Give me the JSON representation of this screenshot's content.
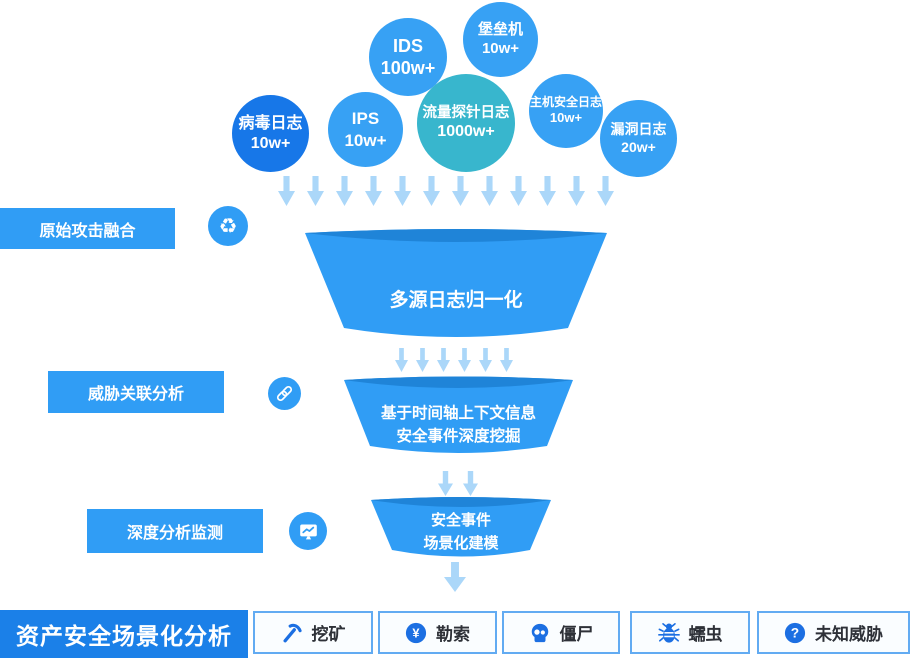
{
  "colors": {
    "primary_blue": "#309df5",
    "funnel_dark_band": "#1f84d8",
    "circle_dark_blue": "#1777e8",
    "circle_light_blue": "#37a1f4",
    "circle_teal": "#38b6cd",
    "arrow_light_blue": "#abd7f9",
    "bottom_accent": "#1b80e8",
    "item_icon_blue": "#1c6fe2",
    "item_border": "#62abf2"
  },
  "sources": [
    {
      "name": "病毒日志",
      "count": "10w+"
    },
    {
      "name": "IPS",
      "count": "10w+"
    },
    {
      "name": "IDS",
      "count": "100w+"
    },
    {
      "name": "流量探针日志",
      "count": "1000w+"
    },
    {
      "name": "堡垒机",
      "count": "10w+"
    },
    {
      "name": "主机安全日志",
      "count": "10w+"
    },
    {
      "name": "漏洞日志",
      "count": "20w+"
    }
  ],
  "stages": [
    {
      "label": "原始攻击融合",
      "icon": "recycle-icon"
    },
    {
      "label": "威胁关联分析",
      "icon": "link-icon"
    },
    {
      "label": "深度分析监测",
      "icon": "monitor-chart-icon"
    }
  ],
  "funnel": {
    "level1": {
      "line1": "多源日志归一化"
    },
    "level2": {
      "line1": "基于时间轴上下文信息",
      "line2": "安全事件深度挖掘"
    },
    "level3": {
      "line1": "安全事件",
      "line2": "场景化建模"
    }
  },
  "bottom": {
    "title": "资产安全场景化分析",
    "items": [
      {
        "icon": "pickaxe-icon",
        "label": "挖矿"
      },
      {
        "icon": "yen-icon",
        "label": "勒索"
      },
      {
        "icon": "skull-icon",
        "label": "僵尸"
      },
      {
        "icon": "worm-icon",
        "label": "蠕虫"
      },
      {
        "icon": "question-icon",
        "label": "未知威胁"
      }
    ]
  },
  "icon_glyphs": {
    "recycle": "♻",
    "yen": "¥",
    "question": "?"
  }
}
